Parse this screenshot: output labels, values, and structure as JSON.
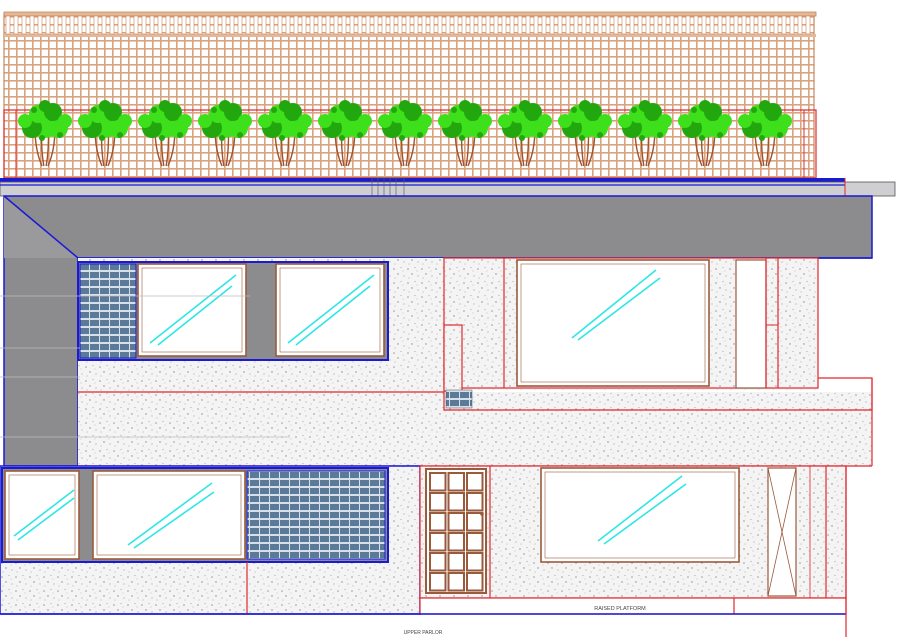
{
  "drawing": {
    "labels": {
      "raised_platform": "RAISED PLATFORM",
      "bottom_note": "UPPER PARLOR"
    },
    "plant_count": 13,
    "colors": {
      "outline_red": "#e0282f",
      "outline_blue": "#1a1ad6",
      "slab_gray": "#8c8c8e",
      "trellis_wood": "#c9865a",
      "foliage_green": "#3de01a",
      "foliage_dark": "#22a80e",
      "stem_brown": "#a0522d",
      "glass_stroke": "#2ee6e6",
      "grille_blue": "#4d6d8a",
      "frame_brown": "#9a5a3c",
      "plaster_speckle": "#9a9a9a"
    }
  }
}
